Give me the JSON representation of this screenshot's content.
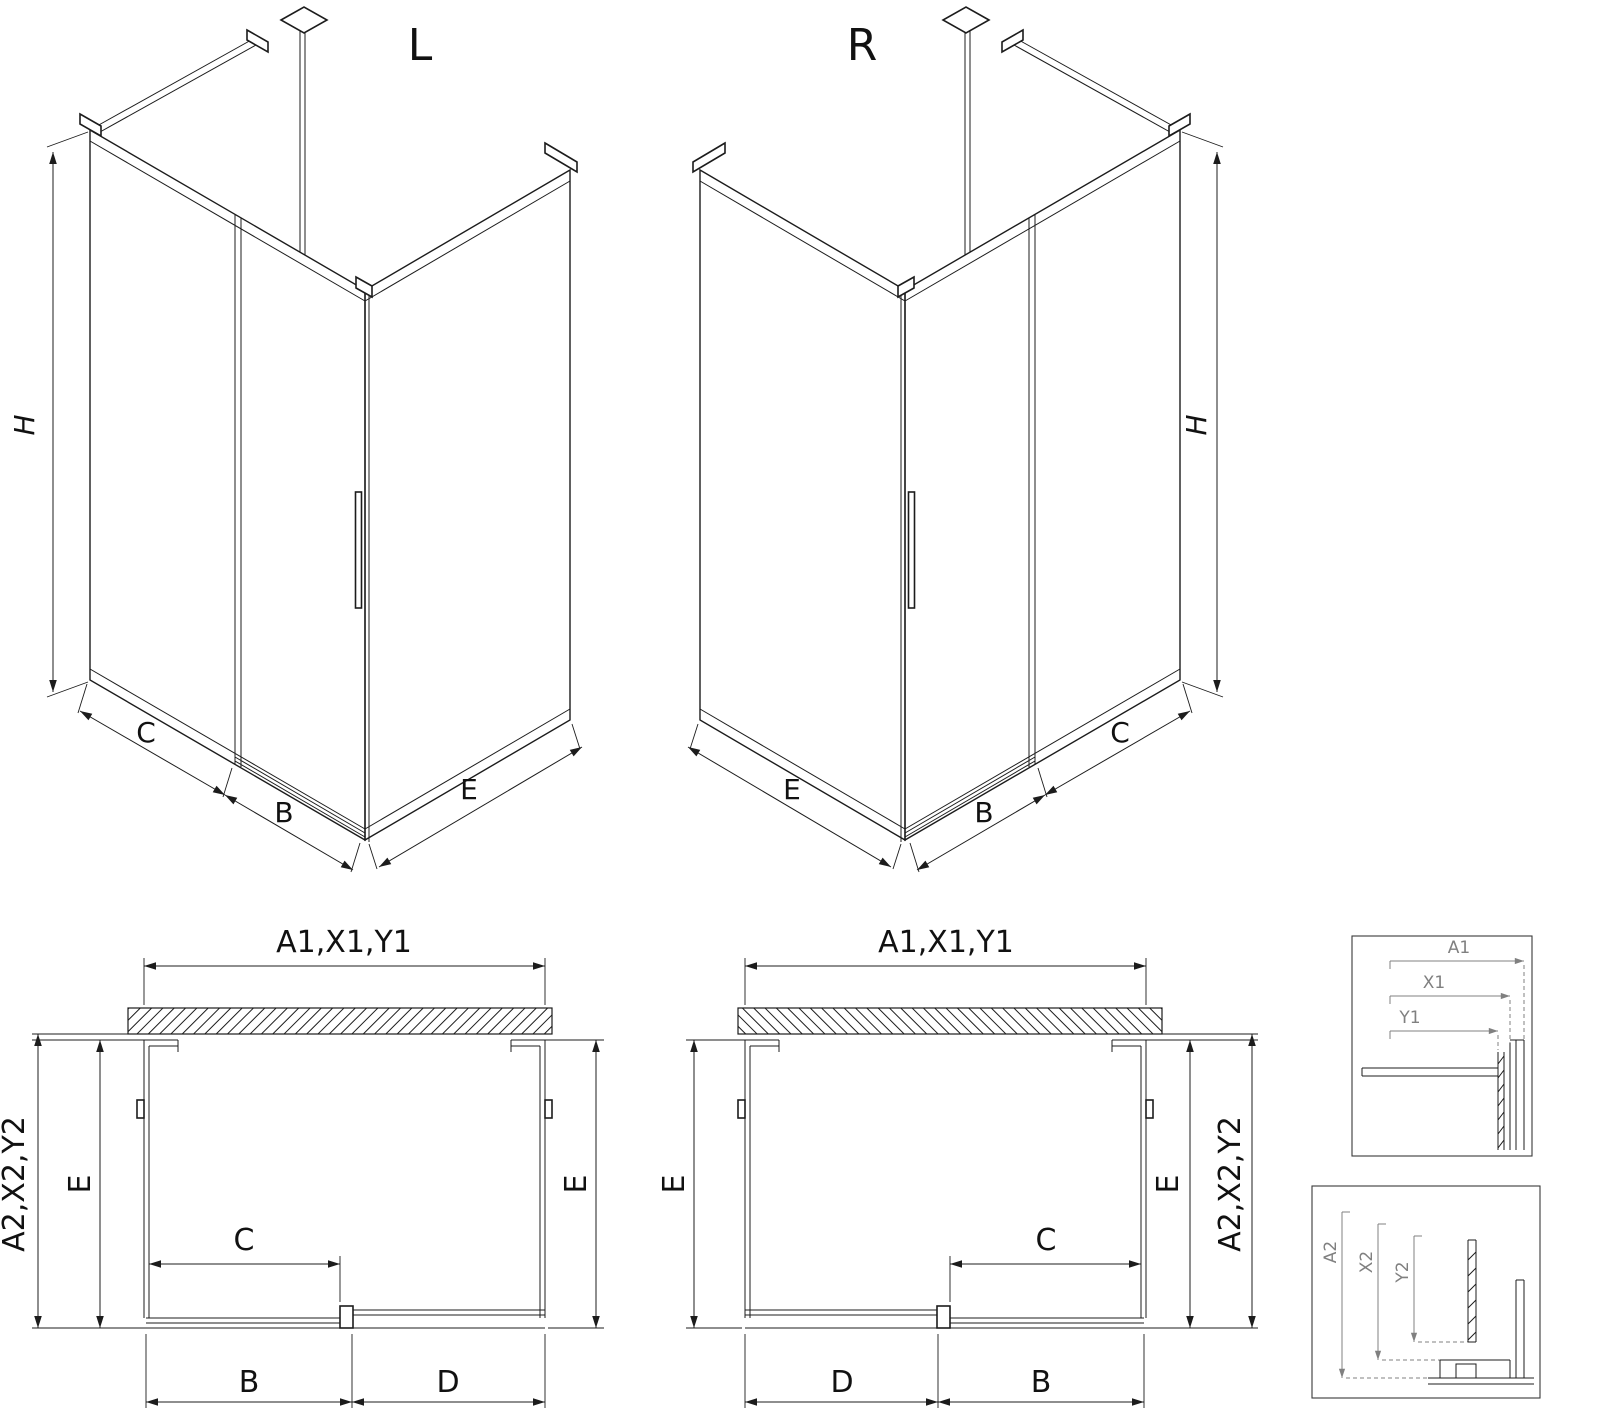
{
  "meta": {
    "background_color": "#ffffff",
    "line_color": "#1c1c1c",
    "detail_line_color": "#808080"
  },
  "iso_left": {
    "title": "L",
    "h": "H",
    "c": "C",
    "b": "B",
    "e": "E"
  },
  "iso_right": {
    "title": "R",
    "h": "H",
    "c": "C",
    "b": "B",
    "e": "E"
  },
  "plan_left": {
    "top": "A1,X1,Y1",
    "side_outer": "A2,X2,Y2",
    "e_left": "E",
    "c": "C",
    "b": "B",
    "d": "D",
    "e_right": "E"
  },
  "plan_right": {
    "top": "A1,X1,Y1",
    "e_left": "E",
    "c": "C",
    "d": "D",
    "b": "B",
    "e_right": "E",
    "side_outer": "A2,X2,Y2"
  },
  "detail_top": {
    "a1": "A1",
    "x1": "X1",
    "y1": "Y1"
  },
  "detail_bottom": {
    "a2": "A2",
    "x2": "X2",
    "y2": "Y2"
  }
}
